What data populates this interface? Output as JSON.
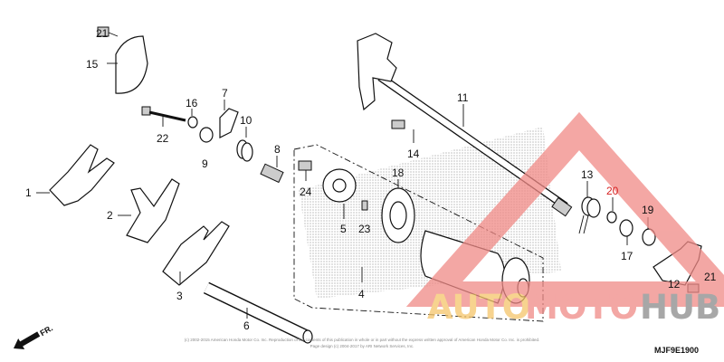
{
  "diagram": {
    "part_labels": {
      "p21a": "21",
      "p15": "15",
      "p16": "16",
      "p7": "7",
      "p10": "10",
      "p22": "22",
      "p9": "9",
      "p8": "8",
      "p1": "1",
      "p2": "2",
      "p3": "3",
      "p24": "24",
      "p5": "5",
      "p23": "23",
      "p18": "18",
      "p14": "14",
      "p11": "11",
      "p4": "4",
      "p6": "6",
      "p13": "13",
      "p20": "20",
      "p19": "19",
      "p17": "17",
      "p12": "12",
      "p21b": "21"
    },
    "front_arrow": "FR.",
    "diagram_code": "MJF9E1900",
    "copyright_line1": "(c) 2002-2015 American Honda Motor Co. Inc. Reproduction of the contents of this publication in whole or in part without the express written approval of American Honda Motor Co. Inc. is prohibited.",
    "copyright_line2": "Page design (c) 2004-2017 by ARI Network Services, Inc.",
    "highlighted_part_color": "#d62020"
  },
  "watermark": {
    "word1": "AUTO",
    "word2": "MOTO",
    "word3": "HUB",
    "color1": "#f5c56a",
    "color2": "#f08a86",
    "color3": "#8a8a8a",
    "triangle_color": "#f08a86"
  }
}
